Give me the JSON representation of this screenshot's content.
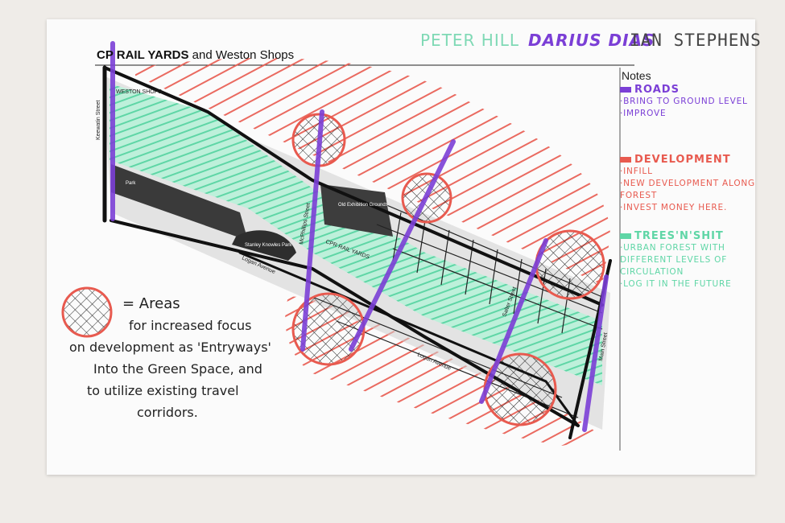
{
  "map_title": {
    "bold": "CP RAIL YARDS",
    "rest": " and Weston Shops"
  },
  "authors": [
    "PETER HILL",
    "DARIUS DIAS",
    "IAN STEPHENS"
  ],
  "colors": {
    "roads": "#7b3fd6",
    "development": "#e85a4f",
    "trees": "#5fd6a6",
    "paper": "#fbfbfb",
    "ink": "#1a1a1a"
  },
  "map_labels": {
    "weston_shops": "WESTON SHOPS",
    "keewatin": "Keewatin Street",
    "park": "Park",
    "mcphillips": "McPhillips Street",
    "old_exhibition": "Old Exhibition Grounds",
    "stanley_knowles": "Stanley Knowles Park",
    "cpr": "CPR RAIL YARDS",
    "logan_1": "Logan Avenue",
    "logan_2": "Logan Avenue",
    "salter": "Salter Street",
    "main": "Main Street"
  },
  "notes": {
    "title": "Notes",
    "groups": [
      {
        "id": "roads",
        "heading": "ROADS",
        "color": "#7b3fd6",
        "items": [
          "·BRING TO GROUND LEVEL",
          "·IMPROVE"
        ]
      },
      {
        "id": "development",
        "heading": "DEVELOPMENT",
        "color": "#e85a4f",
        "items": [
          "·INFILL",
          "·NEW DEVELOPMENT ALONG FOREST",
          "·INVEST MONEY HERE."
        ]
      },
      {
        "id": "trees",
        "heading": "TREES'N'SHIT",
        "color": "#5fd6a6",
        "items": [
          "·URBAN FOREST WITH DIFFERENT LEVELS OF CIRCULATION",
          "·LOG IT IN THE FUTURE"
        ]
      }
    ]
  },
  "legend": {
    "lines": [
      "= Areas",
      "for increased focus",
      "on development as 'Entryways'",
      "Into the Green Space, and",
      "to utilize existing travel",
      "corridors."
    ]
  }
}
